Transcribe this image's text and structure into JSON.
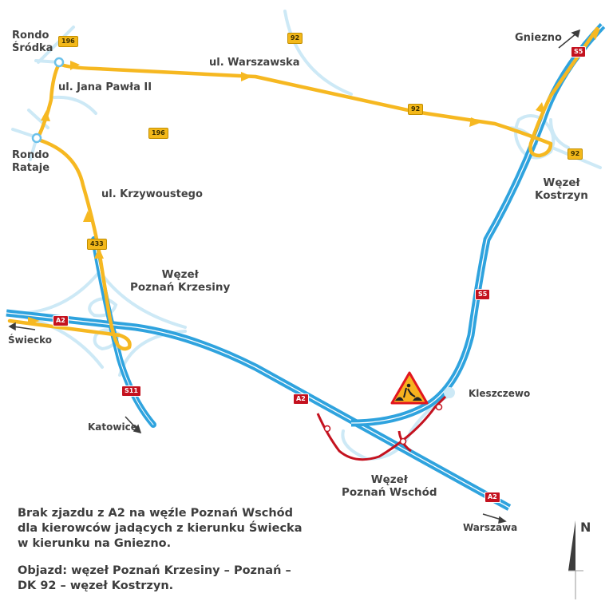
{
  "colors": {
    "detour": "#f6b821",
    "motorway": "#2fa3de",
    "local_road": "#cde9f6",
    "closed": "#c4121f",
    "text": "#424242"
  },
  "places": {
    "rondo_srodka": "Rondo\nŚródka",
    "rondo_srodka_l1": "Rondo",
    "rondo_srodka_l2": "Śródka",
    "rondo_rataje_l1": "Rondo",
    "rondo_rataje_l2": "Rataje",
    "ul_jana_pawla": "ul. Jana Pawła II",
    "ul_warszawska": "ul. Warszawska",
    "ul_krzywoustego": "ul. Krzywoustego",
    "gniezno": "Gniezno",
    "swiecko": "Świecko",
    "katowice": "Katowice",
    "kleszczewo": "Kleszczewo",
    "warszawa": "Warszawa"
  },
  "junctions": {
    "krzesiny_l1": "Węzeł",
    "krzesiny_l2": "Poznań Krzesiny",
    "kostrzyn_l1": "Węzeł",
    "kostrzyn_l2": "Kostrzyn",
    "wschod_l1": "Węzeł",
    "wschod_l2": "Poznań Wschód"
  },
  "shields": {
    "r196_a": "196",
    "r196_b": "196",
    "r92_a": "92",
    "r92_b": "92",
    "r92_c": "92",
    "r433": "433",
    "s5_top": "S5",
    "s5_mid": "S5",
    "a2_west": "A2",
    "a2_mid": "A2",
    "a2_east": "A2",
    "s11": "S11"
  },
  "notice": {
    "line1": "Brak zjazdu z A2 na węźle Poznań Wschód",
    "line2": "dla kierowców jadących z kierunku Świecka",
    "line3": "w kierunku na Gniezno.",
    "line4": "Objazd: węzeł Poznań Krzesiny – Poznań –",
    "line5": "DK 92 – węzeł Kostrzyn."
  },
  "compass": {
    "label": "N"
  },
  "icons": {
    "roadworks": "roadworks-warning-sign",
    "north_arrow": "north-arrow-icon"
  }
}
